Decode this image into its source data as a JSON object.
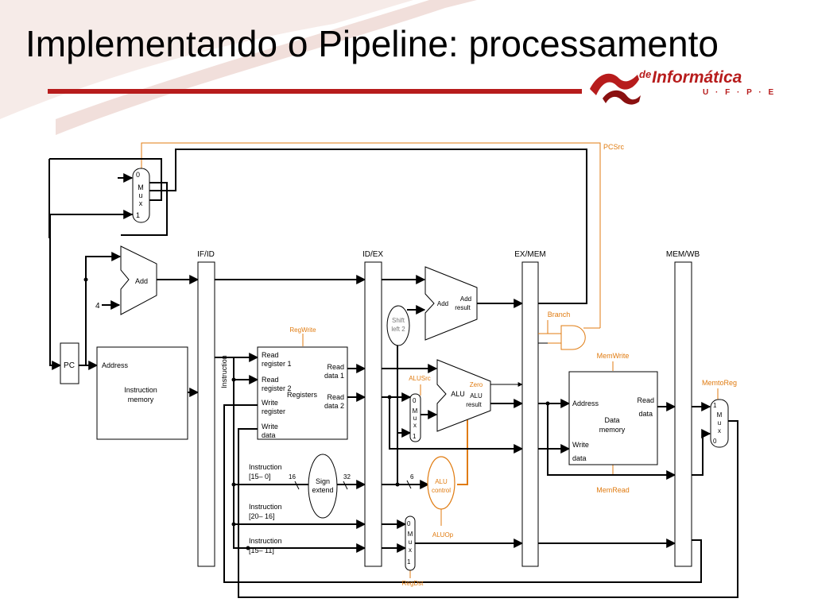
{
  "slide": {
    "title": "Implementando o Pipeline: processamento",
    "logo": {
      "prefix": "de",
      "main": "Informática",
      "sub": "U · F · P · E"
    }
  },
  "diagram": {
    "pipeline_registers": [
      "IF/ID",
      "ID/EX",
      "EX/MEM",
      "MEM/WB"
    ],
    "pc": "PC",
    "four": "4",
    "add": "Add",
    "mux_top": [
      "0",
      "M",
      "u",
      "x",
      "1"
    ],
    "instruction_memory": {
      "address": "Address",
      "line1": "Instruction",
      "line2": "memory"
    },
    "instruction_vertical": "Instruction",
    "registers": {
      "read_reg1": [
        "Read",
        "register 1"
      ],
      "read_reg2": [
        "Read",
        "register 2"
      ],
      "write_reg": [
        "Write",
        "register"
      ],
      "write_data": [
        "Write",
        "data"
      ],
      "read_data1": [
        "Read",
        "data 1"
      ],
      "read_data2": [
        "Read",
        "data 2"
      ],
      "name": "Registers"
    },
    "shift_left": [
      "Shift",
      "left 2"
    ],
    "add_result": {
      "name": "Add",
      "result": [
        "Add",
        "result"
      ]
    },
    "alu": {
      "name": "ALU",
      "zero": "Zero",
      "result": [
        "ALU",
        "result"
      ]
    },
    "mux_alusrc": [
      "0",
      "M",
      "u",
      "x",
      "1"
    ],
    "alu_control": [
      "ALU",
      "control"
    ],
    "sign_extend": {
      "label": [
        "Sign",
        "extend"
      ],
      "in_width": "16",
      "out_width": "32"
    },
    "funct_width": "6",
    "instr_15_0": [
      "Instruction",
      "[15– 0]"
    ],
    "instr_20_16": [
      "Instruction",
      "[20– 16]"
    ],
    "instr_15_11": [
      "Instruction",
      "[15– 11]"
    ],
    "mux_regdst": [
      "0",
      "M",
      "u",
      "x",
      "1"
    ],
    "data_memory": {
      "address": "Address",
      "read_data": [
        "Read",
        "data"
      ],
      "name": [
        "Data",
        "memory"
      ],
      "write_data": [
        "Write",
        "data"
      ]
    },
    "mux_memtoreg": [
      "1",
      "M",
      "u",
      "x",
      "0"
    ],
    "controls": {
      "pcsrc": "PCSrc",
      "regwrite": "RegWrite",
      "branch": "Branch",
      "alusrc": "ALUSrc",
      "memwrite": "MemWrite",
      "memtoreg": "MemtoReg",
      "memread": "MemRead",
      "aluop": "ALUOp",
      "regdst": "RegDst"
    }
  },
  "colors": {
    "control": "#e07b10",
    "accent": "#b71c1c",
    "line": "#000000"
  }
}
